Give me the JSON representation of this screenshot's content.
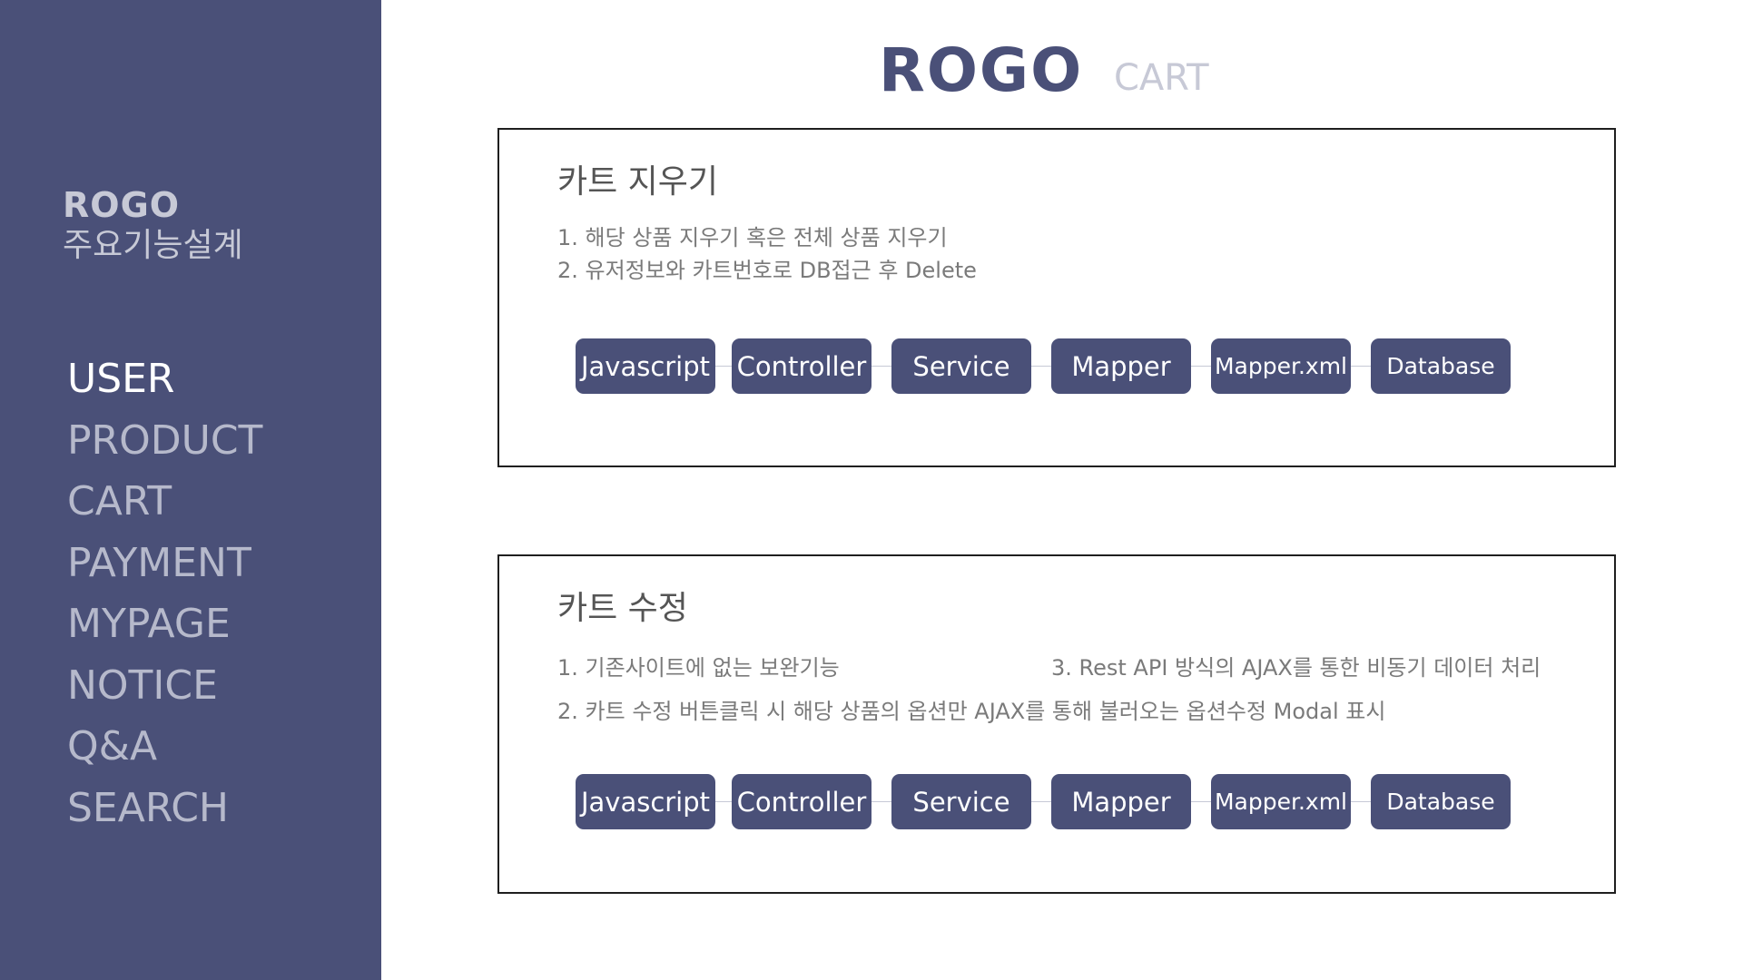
{
  "sidebar": {
    "brand_logo": "ROGO",
    "brand_sub": "주요기능설계",
    "nav": [
      "USER",
      "PRODUCT",
      "CART",
      "PAYMENT",
      "MYPAGE",
      "NOTICE",
      "Q&A",
      "SEARCH"
    ],
    "active_index": 0
  },
  "header": {
    "title": "ROGO",
    "subtitle": "CART"
  },
  "panels": [
    {
      "title": "카트 지우기",
      "items": [
        "1. 해당 상품 지우기 혹은 전체 상품 지우기",
        "2. 유저정보와 카트번호로 DB접근 후 Delete"
      ],
      "flow": [
        "Javascript",
        "Controller",
        "Service",
        "Mapper",
        "Mapper.xml",
        "Database"
      ]
    },
    {
      "title": "카트 수정",
      "items": [
        "1. 기존사이트에 없는 보완기능",
        "3. Rest API 방식의 AJAX를 통한 비동기 데이터 처리",
        "2. 카트 수정 버튼클릭 시 해당 상품의 옵션만 AJAX를 통해 불러오는 옵션수정 Modal 표시"
      ],
      "flow": [
        "Javascript",
        "Controller",
        "Service",
        "Mapper",
        "Mapper.xml",
        "Database"
      ]
    }
  ],
  "colors": {
    "sidebar_bg": "#4a5078",
    "accent": "#4a5078",
    "muted": "#c7c9d6"
  }
}
